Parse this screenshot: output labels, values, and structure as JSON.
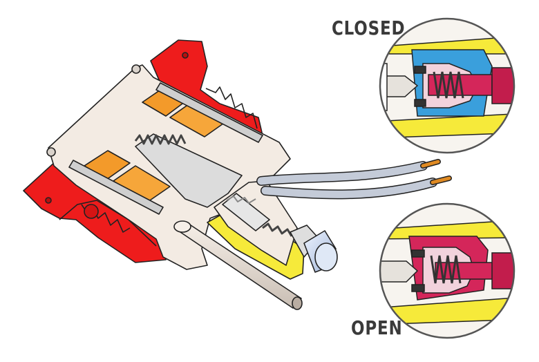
{
  "labels": {
    "closed": "CLOSED",
    "open": "OPEN"
  },
  "colors": {
    "housing_red": "#ee1c1c",
    "body_cream": "#f3ebe3",
    "contact_orange": "#f39a2a",
    "spring_gray": "#555555",
    "lens_blue": "#c8d8ee",
    "wire_gray": "#c4cbd8",
    "copper": "#e08a22",
    "valve_pink": "#d4265a",
    "valve_blue": "#3a9fdc",
    "accent_yellow": "#f6ea3a",
    "outline": "#222222"
  },
  "icons": [
    "cutaway-assembly",
    "closed-detail-callout",
    "open-detail-callout"
  ]
}
